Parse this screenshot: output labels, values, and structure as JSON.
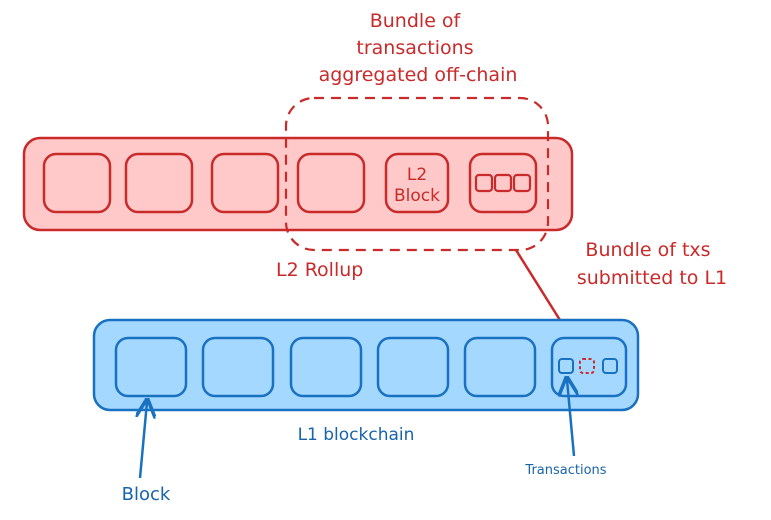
{
  "labels": {
    "bundle_offchain_line1": "Bundle of",
    "bundle_offchain_line2": "transactions",
    "bundle_offchain_line3": "aggregated off-chain",
    "l2_block_line1": "L2",
    "l2_block_line2": "Block",
    "l2_rollup": "L2 Rollup",
    "bundle_submitted_line1": "Bundle of txs",
    "bundle_submitted_line2": "submitted to L1",
    "l1_blockchain": "L1 blockchain",
    "block": "Block",
    "transactions": "Transactions"
  },
  "colors": {
    "red_stroke": "#c92a2a",
    "red_fill": "#ffc9c9",
    "blue_stroke": "#1971c2",
    "blue_fill": "#a5d8ff",
    "red_text": "#c92a2a",
    "blue_text": "#1864ab"
  }
}
